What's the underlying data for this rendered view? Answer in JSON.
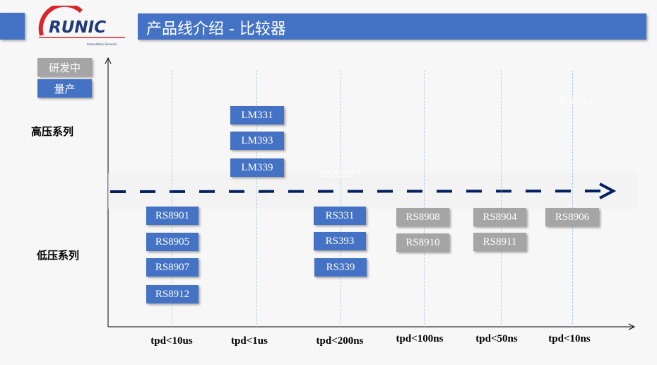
{
  "header": {
    "title": "产品线介绍 - 比较器",
    "logo_text": "RUNIC",
    "logo_tagline": "Innovation Service"
  },
  "legend": {
    "developing": "研发中",
    "production": "量产"
  },
  "rows": {
    "high": "高压系列",
    "low": "低压系列"
  },
  "ticks": [
    "tpd<10us",
    "tpd<1us",
    "tpd<200ns",
    "tpd<100ns",
    "tpd<50ns",
    "tpd<10ns"
  ],
  "ghost": {
    "a": "RS62xP",
    "b": "RS875x"
  },
  "parts": {
    "lm331": "LM331",
    "lm393": "LM393",
    "lm339": "LM339",
    "rs8901": "RS8901",
    "rs8905": "RS8905",
    "rs8907": "RS8907",
    "rs8912": "RS8912",
    "rs331": "RS331",
    "rs393": "RS393",
    "rs339": "RS339",
    "rs8908": "RS8908",
    "rs8910": "RS8910",
    "rs8904": "RS8904",
    "rs8911": "RS8911",
    "rs8906": "RS8906"
  },
  "colors": {
    "production": "#4472c4",
    "developing": "#a5a5a5",
    "arrow": "#002060"
  }
}
